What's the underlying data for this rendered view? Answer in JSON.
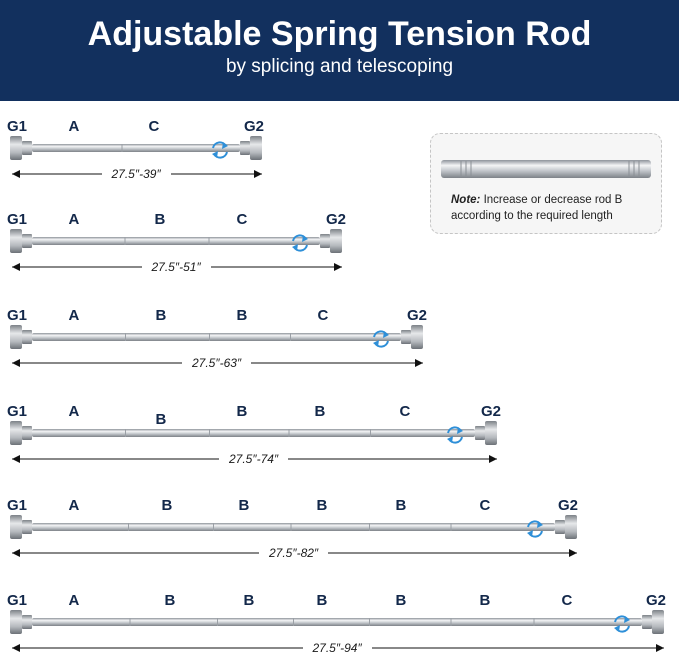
{
  "header": {
    "title": "Adjustable Spring Tension Rod",
    "subtitle": "by splicing and telescoping"
  },
  "note": {
    "label": "Note:",
    "text": "Increase or decrease rod B according to the required length"
  },
  "rods": [
    {
      "labels": [
        "G1",
        "A",
        "C",
        "G2"
      ],
      "length": "27.5″-39″"
    },
    {
      "labels": [
        "G1",
        "A",
        "B",
        "C",
        "G2"
      ],
      "length": "27.5″-51″"
    },
    {
      "labels": [
        "G1",
        "A",
        "B",
        "B",
        "C",
        "G2"
      ],
      "length": "27.5″-63″"
    },
    {
      "labels": [
        "G1",
        "A",
        "B",
        "B",
        "B",
        "C",
        "G2"
      ],
      "length": "27.5″-74″"
    },
    {
      "labels": [
        "G1",
        "A",
        "B",
        "B",
        "B",
        "B",
        "C",
        "G2"
      ],
      "length": "27.5″-82″"
    },
    {
      "labels": [
        "G1",
        "A",
        "B",
        "B",
        "B",
        "B",
        "B",
        "C",
        "G2"
      ],
      "length": "27.5″-94″"
    }
  ],
  "icons": [
    "rotate-icon"
  ],
  "colors": {
    "header": "#12305e",
    "label": "#13284a",
    "rotate": "#2e8fd8",
    "rod": "#b8bcc2"
  }
}
